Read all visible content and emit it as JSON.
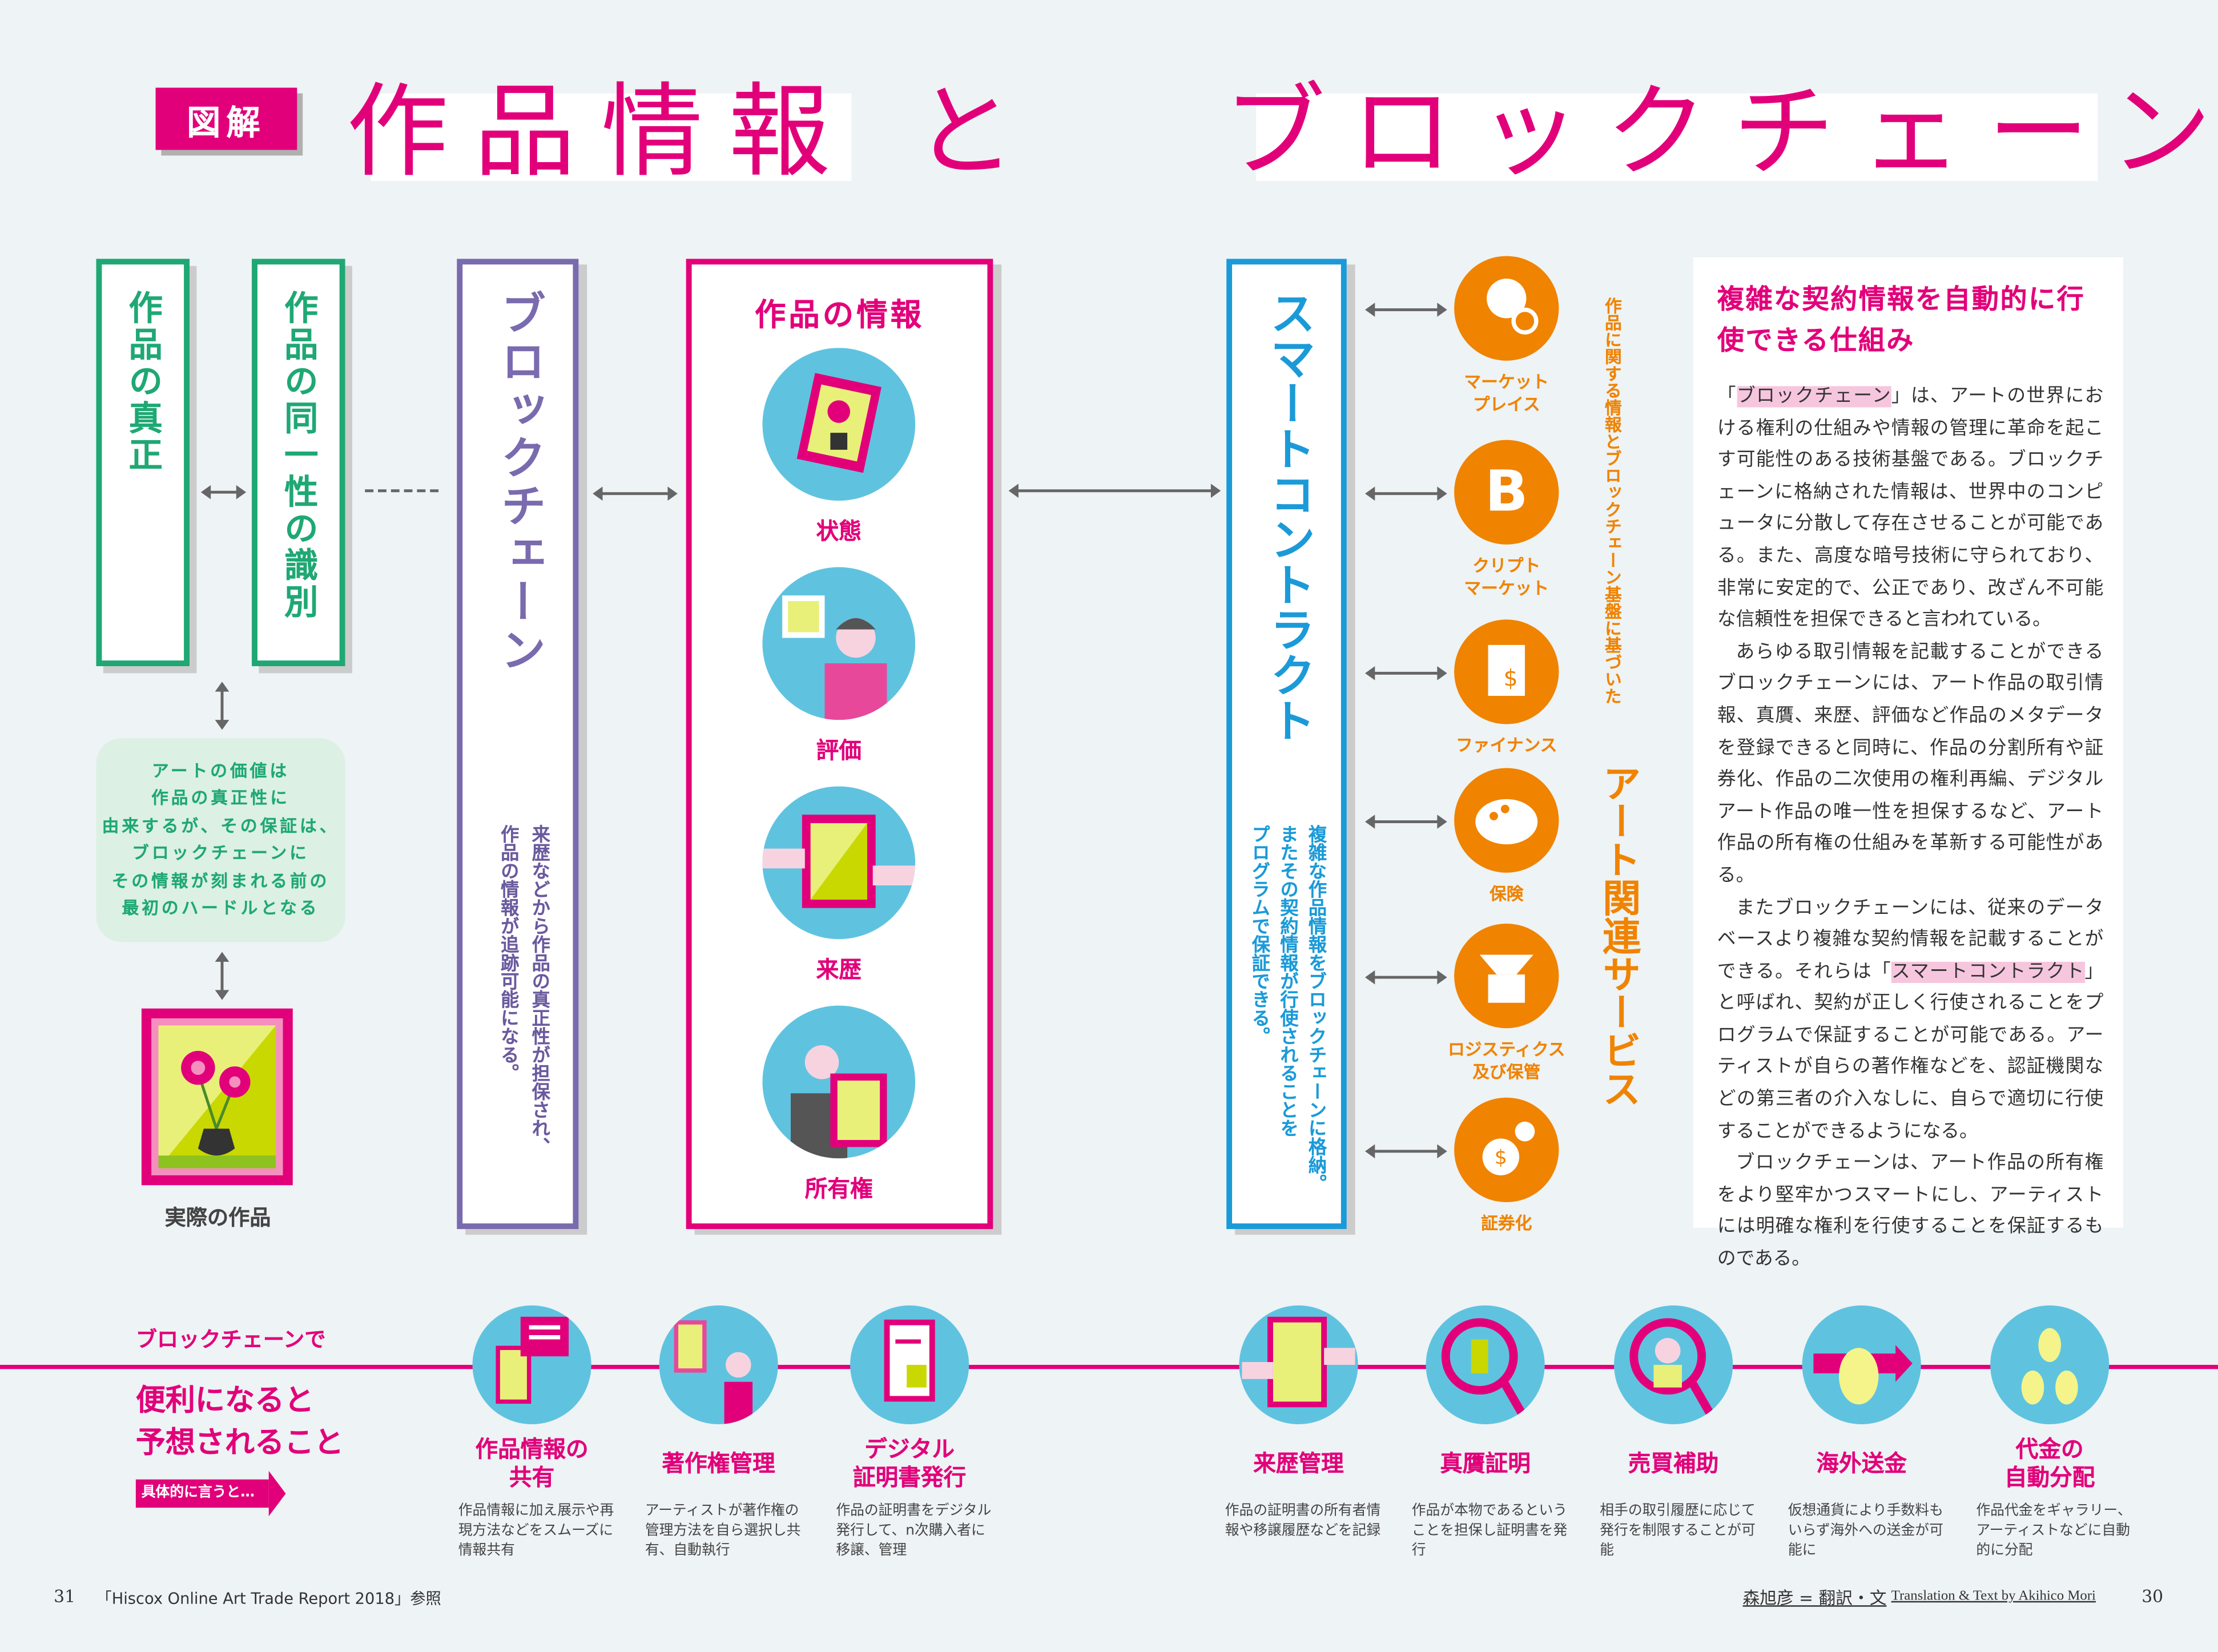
{
  "title": {
    "badge": "図解",
    "part1": "作品情報 と",
    "part2": "ブロックチェーン"
  },
  "left": {
    "box1": "作品の真正",
    "box2": "作品の同一性の識別",
    "note": [
      "アートの価値は",
      "作品の真正性に",
      "由来するが、その保証は、",
      "ブロックチェーンに",
      "その情報が刻まれる前の",
      "最初のハードルとなる"
    ],
    "artwork_label": "実際の作品"
  },
  "blockchain": {
    "title": "ブロックチェーン",
    "desc": [
      "来歴などから作品の真正性が担保され、",
      "作品の情報が追跡可能になる。"
    ]
  },
  "work_info": {
    "title": "作品の情報",
    "items": [
      {
        "label": "状態",
        "icon": "framed-flower-icon"
      },
      {
        "label": "評価",
        "icon": "appraiser-icon"
      },
      {
        "label": "来歴",
        "icon": "handover-icon"
      },
      {
        "label": "所有権",
        "icon": "owner-icon"
      }
    ]
  },
  "smart_contract": {
    "title": "スマートコントラクト",
    "desc": [
      "複雑な作品情報をブロックチェーンに格納。",
      "またその契約情報が行使されることを",
      "プログラムで保証できる。"
    ]
  },
  "services": {
    "subtitle": "作品に関する情報とブロックチェーン基盤に基づいた",
    "title": "アート関連サービス",
    "items": [
      {
        "label": "マーケット\nプレイス",
        "icon": "coins-search-icon"
      },
      {
        "label": "クリプト\nマーケット",
        "icon": "bitcoin-icon"
      },
      {
        "label": "ファイナンス",
        "icon": "document-dollar-icon"
      },
      {
        "label": "保険",
        "icon": "palette-icon"
      },
      {
        "label": "ロジスティクス\n及び保管",
        "icon": "box-icon"
      },
      {
        "label": "証券化",
        "icon": "gear-dollar-icon"
      }
    ]
  },
  "article": {
    "heading": "複雑な契約情報を自動的に行使できる仕組み",
    "p1_pre": "「",
    "p1_hl": "ブロックチェーン",
    "p1_post": "」は、アートの世界における権利の仕組みや情報の管理に革命を起こす可能性のある技術基盤である。ブロックチェーンに格納された情報は、世界中のコンピュータに分散して存在させることが可能である。また、高度な暗号技術に守られており、非常に安定的で、公正であり、改ざん不可能な信頼性を担保できると言われている。",
    "p2": "あらゆる取引情報を記載することができるブロックチェーンには、アート作品の取引情報、真贋、来歴、評価など作品のメタデータを登録できると同時に、作品の分割所有や証券化、作品の二次使用の権利再編、デジタルアート作品の唯一性を担保するなど、アート作品の所有権の仕組みを革新する可能性がある。",
    "p3_pre": "またブロックチェーンには、従来のデータベースより複雑な契約情報を記載することができる。それらは「",
    "p3_hl": "スマートコントラクト",
    "p3_post": "」と呼ばれ、契約が正しく行使されることをプログラムで保証することが可能である。アーティストが自らの著作権などを、認証機関などの第三者の介入なしに、自らで適切に行使することができるようになる。",
    "p4": "ブロックチェーンは、アート作品の所有権をより堅牢かつスマートにし、アーティストには明確な権利を行使することを保証するものである。"
  },
  "benefits": {
    "intro_small": "ブロックチェーンで",
    "intro_large": [
      "便利になると",
      "予想されること"
    ],
    "cta": "具体的に言うと…",
    "items": [
      {
        "title": "作品情報の\n共有",
        "desc": "作品情報に加え展示や再現方法などをスムーズに情報共有",
        "icon": "chat-frame-icon"
      },
      {
        "title": "著作権管理",
        "desc": "アーティストが著作権の管理方法を自ら選択し共有、自動執行",
        "icon": "artist-icon"
      },
      {
        "title": "デジタル\n証明書発行",
        "desc": "作品の証明書をデジタル発行して、n次購入者に移譲、管理",
        "icon": "certificate-icon"
      },
      {
        "title": "来歴管理",
        "desc": "作品の証明書の所有者情報や移譲履歴などを記録",
        "icon": "handover-icon"
      },
      {
        "title": "真贋証明",
        "desc": "作品が本物であるということを担保し証明書を発行",
        "icon": "magnifier-frame-icon"
      },
      {
        "title": "売買補助",
        "desc": "相手の取引履歴に応じて発行を制限することが可能",
        "icon": "magnifier-person-icon"
      },
      {
        "title": "海外送金",
        "desc": "仮想通貨により手数料もいらず海外への送金が可能に",
        "icon": "money-bag-arrow-icon"
      },
      {
        "title": "代金の\n自動分配",
        "desc": "作品代金をギャラリー、アーティストなどに自動的に分配",
        "icon": "money-bags-icon"
      }
    ]
  },
  "footer": {
    "page_left": "31",
    "source": "「Hiscox Online Art Trade Report 2018」参照",
    "credit_jp": "森旭彦 = 翻訳・文",
    "credit_en": "Translation & Text by Akihico Mori",
    "page_right": "30"
  },
  "colors": {
    "magenta": "#e2007a",
    "green": "#1fa874",
    "purple": "#7a6aae",
    "blue": "#1b9ad8",
    "orange": "#f08300",
    "sky": "#5fc3e0"
  }
}
